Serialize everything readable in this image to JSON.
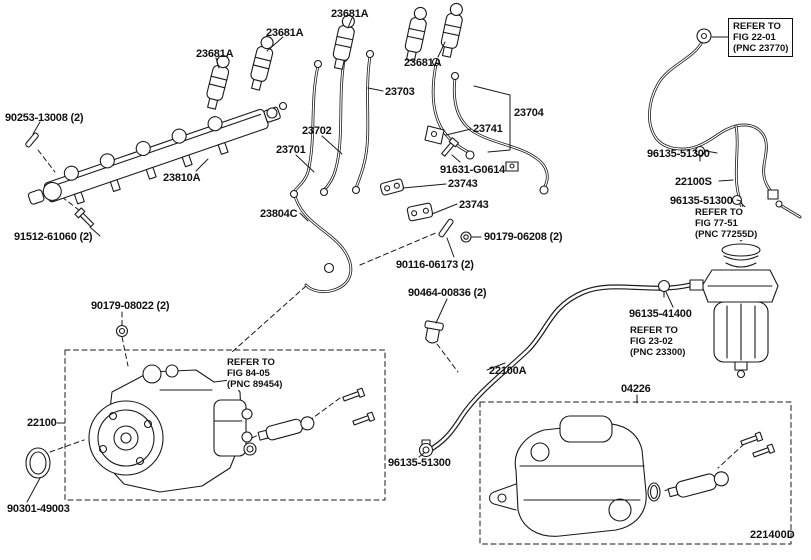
{
  "diagram": {
    "code": "221400D",
    "type": "fuel-injection-parts-diagram"
  },
  "colors": {
    "line": "#1a1a1a",
    "background": "#ffffff"
  },
  "part_labels": [
    "23681A",
    "23681A",
    "23681A",
    "23681A",
    "23703",
    "23704",
    "90253-13008 (2)",
    "23741",
    "23702",
    "23701",
    "96135-51300",
    "91631-G0614",
    "23810A",
    "22100S",
    "23743",
    "96135-51300",
    "23743",
    "23804C",
    "91512-61060 (2)",
    "90179-06208 (2)",
    "90116-06173 (2)",
    "90464-00836 (2)",
    "90179-08022 (2)",
    "96135-41400",
    "22100A",
    "04226",
    "22100",
    "96135-51300",
    "90301-49003"
  ],
  "refer_notes": [
    {
      "lines": [
        "REFER TO",
        "FIG 22-01",
        "(PNC 23770)"
      ],
      "boxed": true
    },
    {
      "lines": [
        "REFER TO",
        "FIG 77-51",
        "(PNC 77255D)"
      ],
      "boxed": false
    },
    {
      "lines": [
        "REFER TO",
        "FIG 23-02",
        "(PNC 23300)"
      ],
      "boxed": false
    },
    {
      "lines": [
        "REFER TO",
        "FIG 84-05",
        "(PNC 89454)"
      ],
      "boxed": false
    }
  ]
}
